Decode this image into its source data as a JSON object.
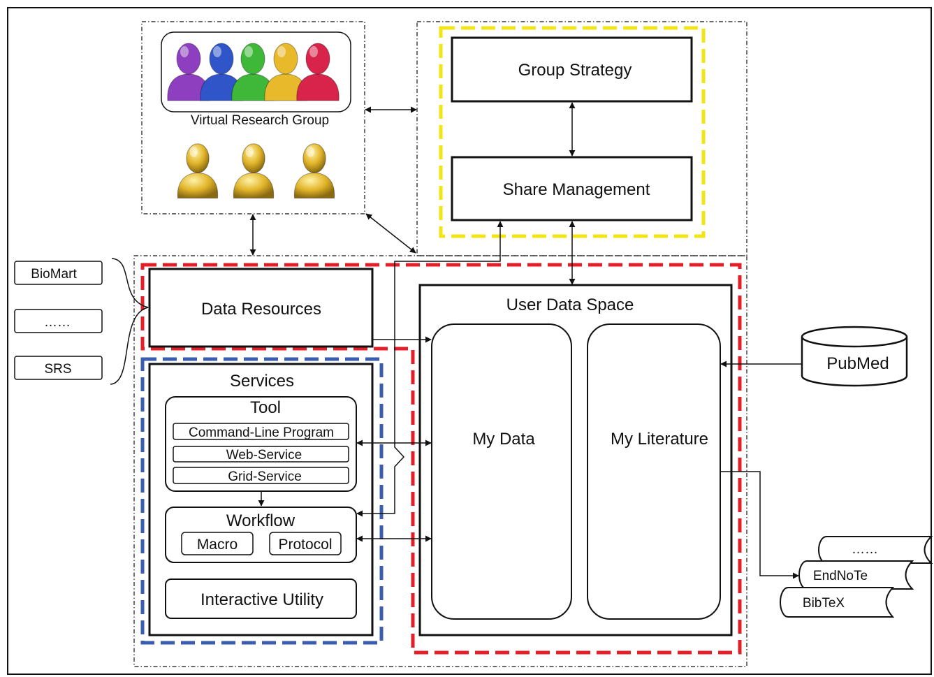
{
  "group": {
    "caption": "Virtual Research Group"
  },
  "strategy": {
    "group_strategy": "Group Strategy",
    "share_management": "Share Management"
  },
  "external_sources": [
    "BioMart",
    "……",
    "SRS"
  ],
  "data_resources": "Data Resources",
  "services": {
    "title": "Services",
    "tool": {
      "title": "Tool",
      "items": [
        "Command-Line Program",
        "Web-Service",
        "Grid-Service"
      ]
    },
    "workflow": {
      "title": "Workflow",
      "items": [
        "Macro",
        "Protocol"
      ]
    },
    "interactive_utility": "Interactive Utility"
  },
  "user_data_space": {
    "title": "User Data Space",
    "my_data": "My Data",
    "my_literature": "My Literature"
  },
  "pubmed": "PubMed",
  "reference_formats": [
    "……",
    "EndNoTe",
    "BibTeX"
  ],
  "colors": {
    "red_dash": "#e3202a",
    "blue_dash": "#3a5db0",
    "yellow_dash": "#f2e416",
    "avatar_colors": [
      "#8e3fbf",
      "#2f55c9",
      "#3fb83a",
      "#e8b92a",
      "#d8234a"
    ],
    "member_color": "#e2b52a"
  }
}
